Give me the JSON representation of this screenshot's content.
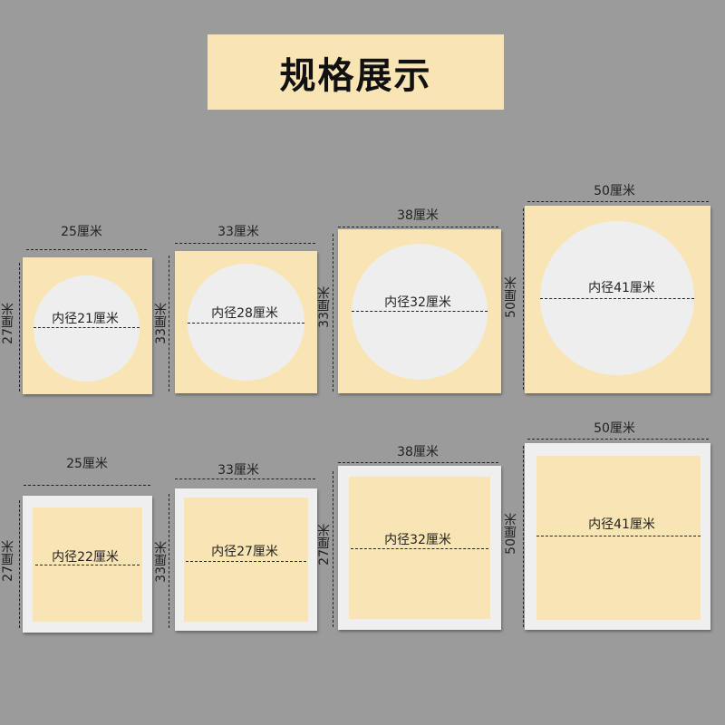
{
  "title": "规格展示",
  "row1": [
    {
      "width": "25厘米",
      "height": "27厘米",
      "inner": "内径21厘米"
    },
    {
      "width": "33厘米",
      "height": "33厘米",
      "inner": "内径28厘米"
    },
    {
      "width": "38厘米",
      "height": "33厘米",
      "inner": "内径32厘米"
    },
    {
      "width": "50厘米",
      "height": "50厘米",
      "inner": "内径41厘米"
    }
  ],
  "row2": [
    {
      "width": "25厘米",
      "height": "27厘米",
      "inner": "内径22厘米"
    },
    {
      "width": "33厘米",
      "height": "33厘米",
      "inner": "内径27厘米"
    },
    {
      "width": "38厘米",
      "height": "27厘米",
      "inner": "内径32厘米"
    },
    {
      "width": "50厘米",
      "height": "50厘米",
      "inner": "内径41厘米"
    }
  ],
  "colors": {
    "background": "#9b9b9b",
    "cream": "#f9e4b4",
    "white": "#efefef"
  }
}
